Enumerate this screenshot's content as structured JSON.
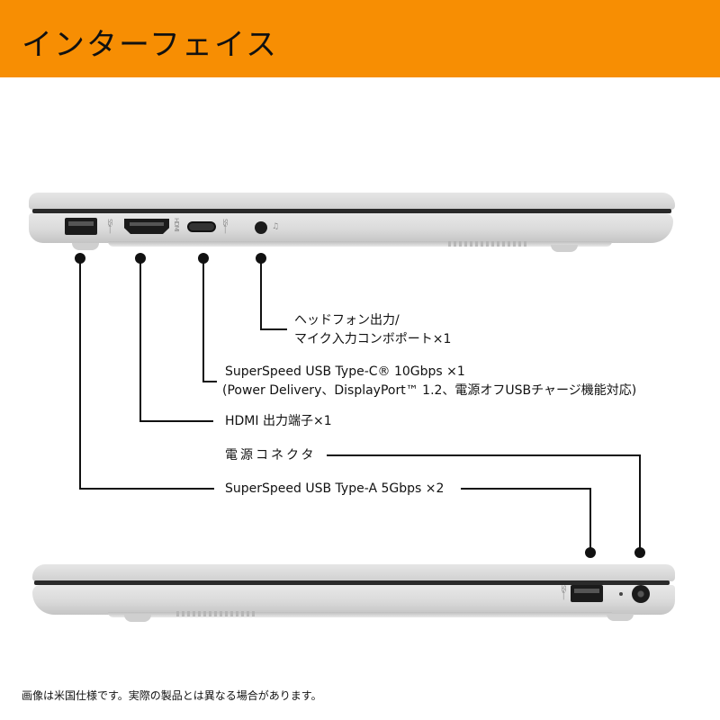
{
  "header": {
    "title": "インターフェイス",
    "background_color": "#f78e03"
  },
  "top_view": {
    "side": "left",
    "ports": [
      {
        "id": "usb-a",
        "icon": "usb-a-port-icon",
        "glyph": "SS⟵"
      },
      {
        "id": "hdmi",
        "icon": "hdmi-port-icon",
        "glyph": "HDMI"
      },
      {
        "id": "usb-c",
        "icon": "usb-c-port-icon",
        "glyph": "SS⟵"
      },
      {
        "id": "headphone",
        "icon": "headphone-jack-icon",
        "glyph": "♫"
      }
    ]
  },
  "bottom_view": {
    "side": "right",
    "ports": [
      {
        "id": "usb-a",
        "icon": "usb-a-port-icon",
        "glyph": "SS⟵"
      },
      {
        "id": "power-led",
        "icon": "power-led-icon",
        "glyph": "▢"
      },
      {
        "id": "power",
        "icon": "power-connector-icon"
      }
    ]
  },
  "callouts": {
    "headphone": {
      "line1": "ヘッドフォン出力/",
      "line2": "マイク入力コンボポート×1"
    },
    "usb_c": {
      "line1": "SuperSpeed USB Type-C® 10Gbps ×1",
      "line2": "(Power Delivery、DisplayPort™ 1.2、電源オフUSBチャージ機能対応)"
    },
    "hdmi": {
      "line1": "HDMI 出力端子×1"
    },
    "power": {
      "line1": "電源コネクタ"
    },
    "usb_a": {
      "line1": "SuperSpeed USB Type-A 5Gbps ×2"
    }
  },
  "footnote": "画像は米国仕様です。実際の製品とは異なる場合があります。"
}
